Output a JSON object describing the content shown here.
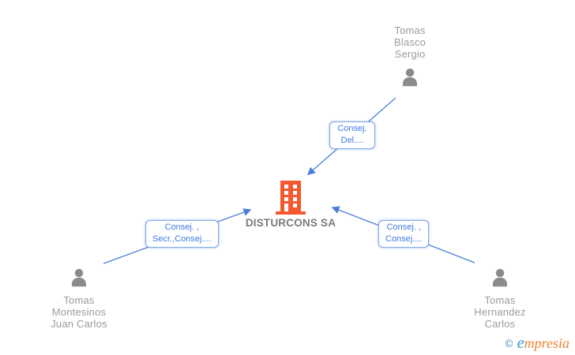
{
  "diagram": {
    "company": {
      "name": "DISTURCONS SA",
      "icon": "building-icon"
    },
    "people": [
      {
        "name": "Tomas\nBlasco\nSergio",
        "icon": "person-icon"
      },
      {
        "name": "Tomas\nMontesinos\nJuan Carlos",
        "icon": "person-icon"
      },
      {
        "name": "Tomas\nHernandez\nCarlos",
        "icon": "person-icon"
      }
    ],
    "edges": [
      {
        "from": "Tomas Blasco Sergio",
        "to": "DISTURCONS SA",
        "label": "Consej.\nDel...."
      },
      {
        "from": "Tomas Montesinos Juan Carlos",
        "to": "DISTURCONS SA",
        "label": "Consej. ,\nSecr.,Consej...."
      },
      {
        "from": "Tomas Hernandez Carlos",
        "to": "DISTURCONS SA",
        "label": "Consej. ,\nConsej...."
      }
    ]
  },
  "watermark": {
    "copyright_symbol": "©",
    "brand_first_letter": "e",
    "brand_rest": "mpresia"
  },
  "colors": {
    "edge_blue": "#4a7fd9",
    "edge_label_text": "#3f7ce0",
    "edge_label_border": "#84a9e6",
    "person_icon_gray": "#8b8b8b",
    "person_name_gray": "#9b9b9b",
    "building_orange": "#f4582e",
    "company_name_gray": "#7b7b7b",
    "logo_teal": "#1e7d9e",
    "logo_blue": "#2798c8",
    "logo_orange": "#ee8330"
  }
}
